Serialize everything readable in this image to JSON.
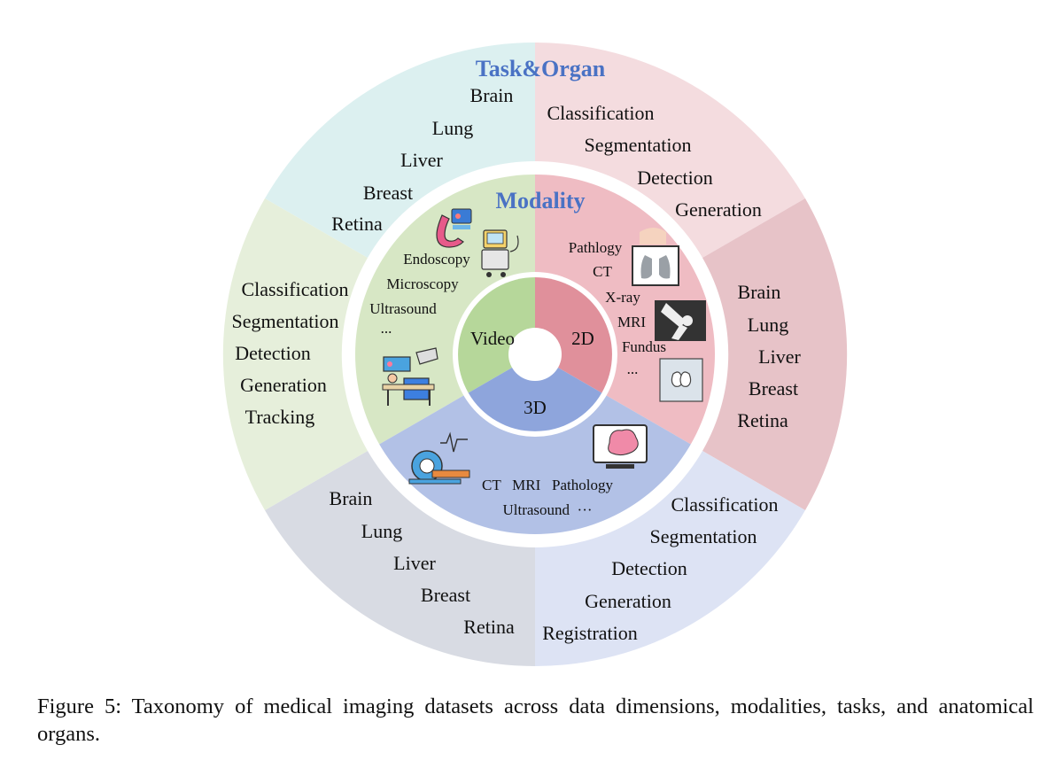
{
  "figure": {
    "headings": {
      "task_organ": "Task&Organ",
      "modality": "Modality"
    },
    "dimensions": {
      "video": "Video",
      "d2": "2D",
      "d3": "3D"
    },
    "video": {
      "tasks": [
        "Classification",
        "Segmentation",
        "Detection",
        "Generation",
        "Tracking"
      ],
      "organs": [
        "Brain",
        "Lung",
        "Liver",
        "Breast",
        "Retina"
      ],
      "modalities": [
        "Endoscopy",
        "Microscopy",
        "Ultrasound",
        "..."
      ]
    },
    "twod": {
      "tasks": [
        "Classification",
        "Segmentation",
        "Detection",
        "Generation"
      ],
      "organs": [
        "Brain",
        "Lung",
        "Liver",
        "Breast",
        "Retina"
      ],
      "modalities": [
        "Pathlogy",
        "CT",
        "X-ray",
        "MRI",
        "Fundus",
        "..."
      ]
    },
    "threed": {
      "tasks": [
        "Classification",
        "Segmentation",
        "Detection",
        "Generation",
        "Registration"
      ],
      "organs": [
        "Brain",
        "Lung",
        "Liver",
        "Breast",
        "Retina"
      ],
      "modalities_line1": "CT   MRI   Pathology",
      "modalities_line2": "Ultrasound  ···"
    },
    "colors": {
      "video_outer": "#e6efdb",
      "video_mid": "#d7e7c5",
      "video_inner": "#b6d79a",
      "twod_outer_top": "#f4dcdf",
      "twod_outer_right": "#e7c3c8",
      "twod_mid": "#efbcc3",
      "twod_inner": "#e0909b",
      "threed_outer_left": "#d8dbe3",
      "threed_outer_right": "#dde3f4",
      "threed_mid": "#b2c1e6",
      "threed_inner": "#8ea5dc",
      "organ_video_top": "#dcf0f0",
      "heading": "#4a72c4"
    },
    "icons": [
      "stomach-icon",
      "ultrasound-machine-icon",
      "microscope-icon",
      "lungs-xray-icon",
      "knee-xray-icon",
      "brain-scan-icon",
      "mri-scanner-icon",
      "kidney-scan-icon"
    ]
  },
  "caption": "Figure 5: Taxonomy of medical imaging datasets across data dimensions, modalities, tasks, and anatomical organs."
}
